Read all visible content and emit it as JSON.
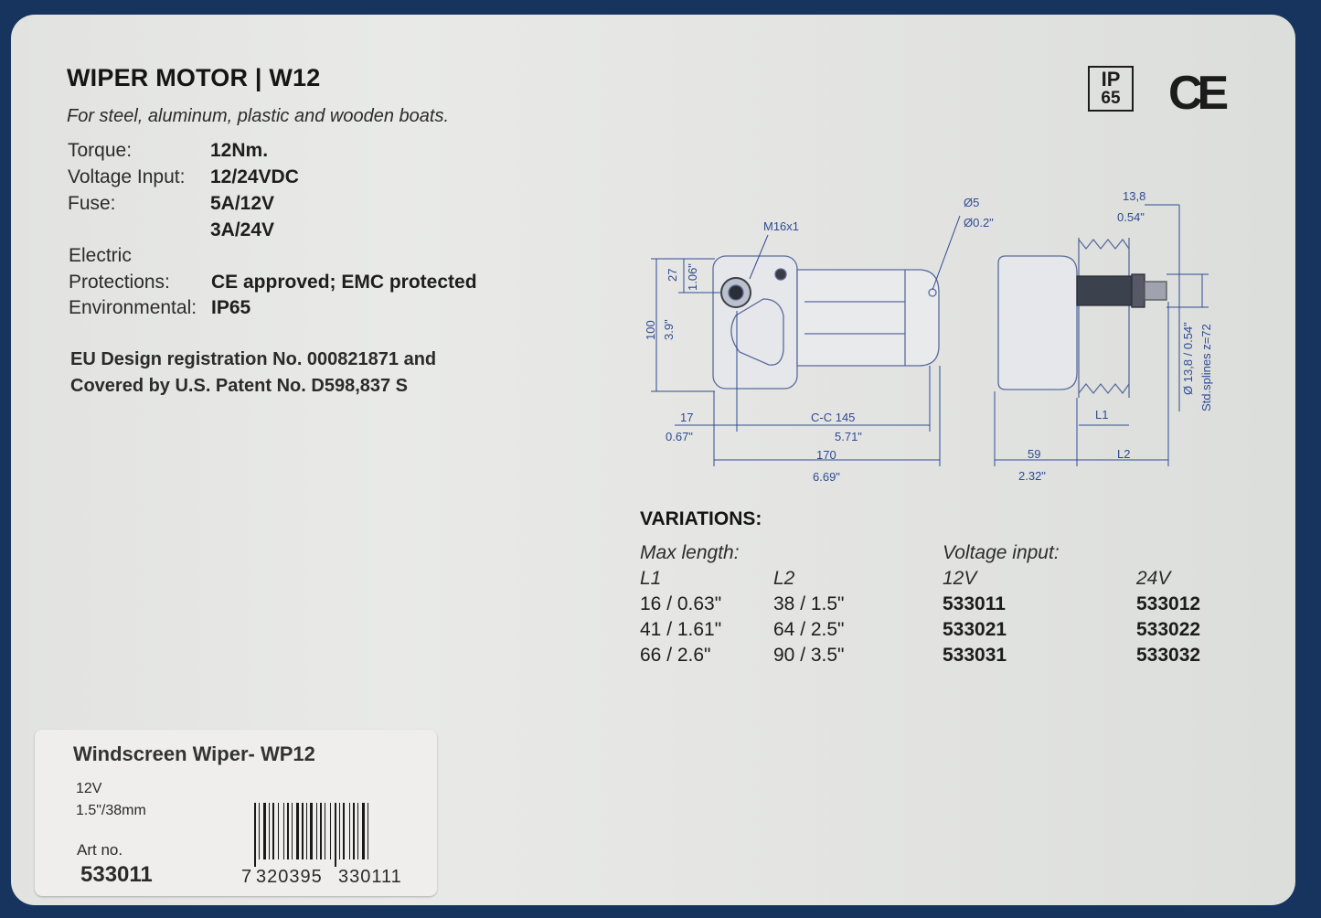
{
  "header": {
    "title": "WIPER MOTOR | W12",
    "subtitle": "For steel, aluminum, plastic and wooden boats."
  },
  "specs": [
    {
      "label": "Torque:",
      "value": "12Nm."
    },
    {
      "label": "Voltage Input:",
      "value": "12/24VDC"
    },
    {
      "label": "Fuse:",
      "value": "5A/12V"
    },
    {
      "label": "",
      "value": "3A/24V"
    },
    {
      "label": "Electric",
      "value": ""
    },
    {
      "label": "Protections:",
      "value": "CE approved; EMC protected"
    },
    {
      "label": "Environmental:",
      "value": "IP65"
    }
  ],
  "registration": {
    "line1": "EU Design registration No. 000821871 and",
    "line2": "Covered by U.S. Patent No. D598,837 S"
  },
  "badges": {
    "ip_top": "IP",
    "ip_bottom": "65",
    "ce": "CE"
  },
  "drawing": {
    "m16": "M16x1",
    "d5": "Ø5",
    "d02": "Ø0.2\"",
    "d27": "27",
    "d106": "1.06\"",
    "d100": "100",
    "d39": "3.9\"",
    "d17": "17",
    "d067": "0.67\"",
    "cc145": "C-C 145",
    "d571": "5.71\"",
    "d170": "170",
    "d669": "6.69\"",
    "d138": "13,8",
    "d054": "0.54\"",
    "shaft": "Ø 13,8 / 0.54\"",
    "splines": "Std.splines z=72",
    "l1": "L1",
    "l2": "L2",
    "d59": "59",
    "d232": "2.32\""
  },
  "variations": {
    "title": "VARIATIONS:",
    "max_length": "Max length:",
    "voltage_input": "Voltage input:",
    "col_l1": "L1",
    "col_l2": "L2",
    "col_12v": "12V",
    "col_24v": "24V",
    "rows": [
      {
        "l1": "16 / 0.63\"",
        "l2": "38 / 1.5\"",
        "v12": "533011",
        "v24": "533012"
      },
      {
        "l1": "41 / 1.61\"",
        "l2": "64 / 2.5\"",
        "v12": "533021",
        "v24": "533022"
      },
      {
        "l1": "66 / 2.6\"",
        "l2": "90 / 3.5\"",
        "v12": "533031",
        "v24": "533032"
      }
    ]
  },
  "sticker": {
    "product": "Windscreen Wiper- WP12",
    "voltage": "12V",
    "length": "1.5\"/38mm",
    "art_label": "Art no.",
    "art_no": "533011",
    "barcode_first": "7",
    "barcode_left": "320395",
    "barcode_right": "330111"
  },
  "colors": {
    "background": "#17345f",
    "panel": "#e4e5e3",
    "dimension_blue": "#2f4a93"
  }
}
